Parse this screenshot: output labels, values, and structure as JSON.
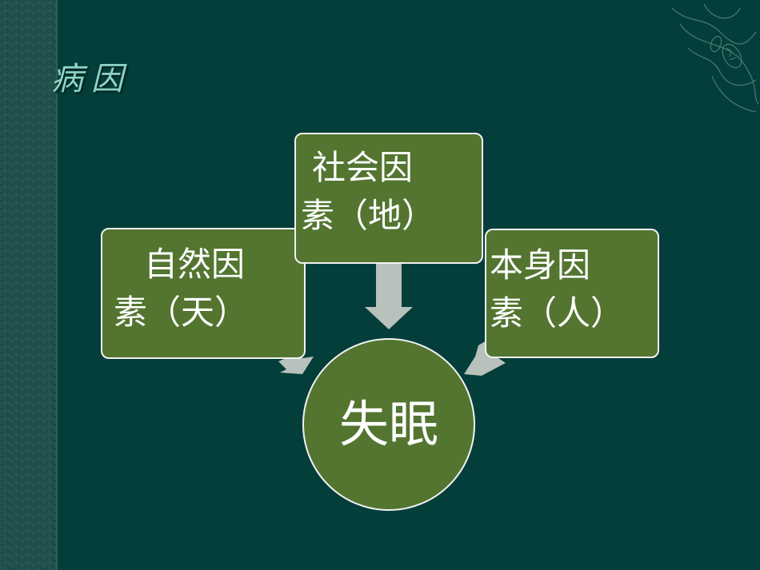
{
  "slide": {
    "title": "病因"
  },
  "diagram": {
    "left_box": {
      "line1": "自然因",
      "line2": "素（天）"
    },
    "top_box": {
      "line1": "社会因",
      "line2": "素（地）"
    },
    "right_box": {
      "line1": "本身因",
      "line2": "素（人）"
    },
    "center": {
      "label": "失眠"
    }
  },
  "colors": {
    "background": "#043e3b",
    "node_fill": "#537530",
    "node_border": "#f2f2f2",
    "arrow": "#b8c1bb",
    "title": "#8fd3c4"
  }
}
